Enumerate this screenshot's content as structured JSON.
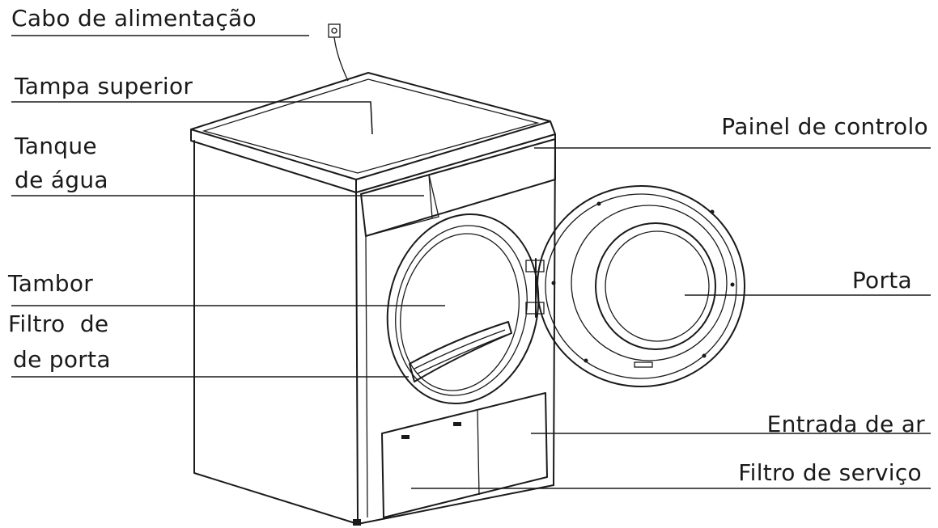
{
  "labels": {
    "power_cord": "Cabo de alimentação",
    "top_cover": "Tampa superior",
    "water_tank_1": "Tanque",
    "water_tank_2": "de água",
    "control_panel": "Painel de controlo",
    "drum": "Tambor",
    "door_filter_1": "Filtro  de",
    "door_filter_2": "de porta",
    "door": "Porta",
    "air_inlet": "Entrada de ar",
    "service_filter": "Filtro de serviço"
  },
  "colors": {
    "ink": "#1a1a1a",
    "background": "#ffffff"
  }
}
